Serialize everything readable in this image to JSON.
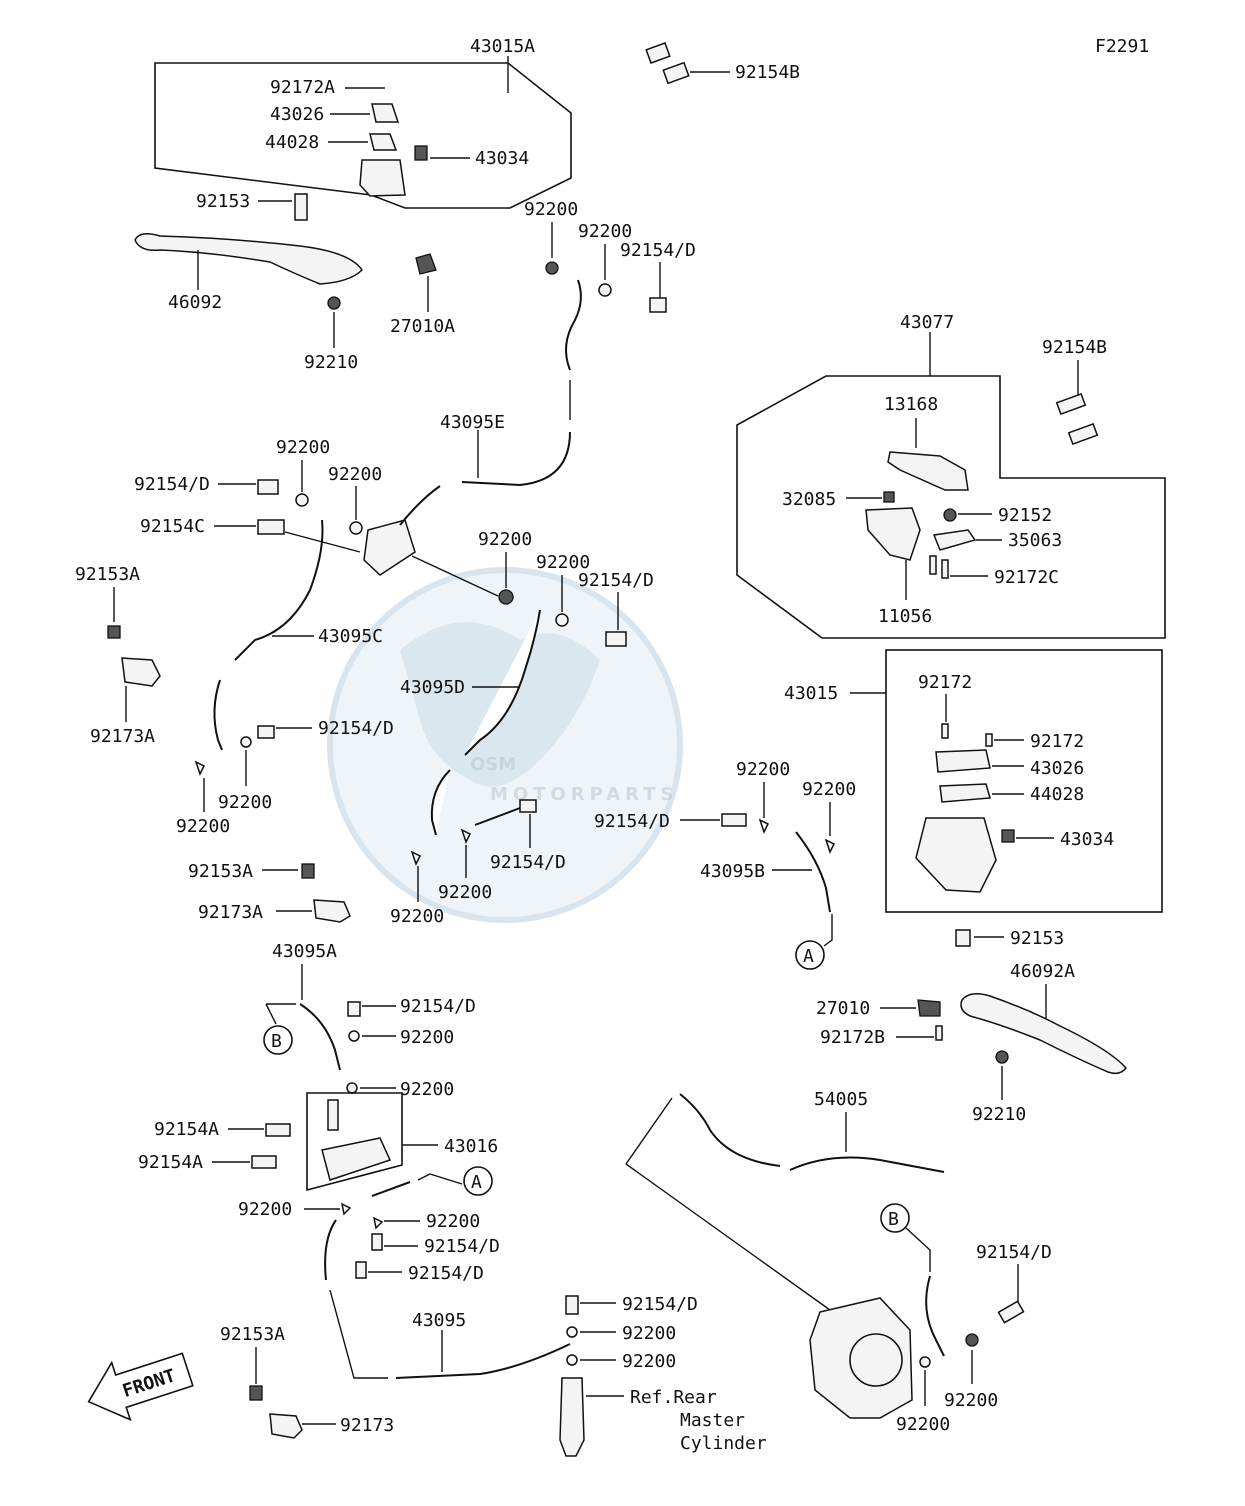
{
  "diagram_code": "F2291",
  "watermark": {
    "logo": "OSM",
    "tagline": "MOTORPARTS"
  },
  "front_marker": "FRONT",
  "callouts": {
    "A": "A",
    "B": "B"
  },
  "labels": {
    "p43015A": "43015A",
    "p92172A": "92172A",
    "p43026": "43026",
    "p44028": "44028",
    "p43034": "43034",
    "p92154B_top": "92154B",
    "p92153": "92153",
    "p46092": "46092",
    "p92210": "92210",
    "p27010A": "27010A",
    "p92200_a": "92200",
    "p92200_b": "92200",
    "p92154D_a": "92154/D",
    "p43077": "43077",
    "p92154B_right": "92154B",
    "p13168": "13168",
    "p32085": "32085",
    "p92152": "92152",
    "p35063": "35063",
    "p92172C": "92172C",
    "p11056": "11056",
    "p43095E": "43095E",
    "p92200_c": "92200",
    "p92154D_b": "92154/D",
    "p92200_d": "92200",
    "p92154C": "92154C",
    "p92200_e": "92200",
    "p92200_f": "92200",
    "p92154D_c": "92154/D",
    "p92153A_a": "92153A",
    "p43095C": "43095C",
    "p92173A_a": "92173A",
    "p43095D": "43095D",
    "p92154D_d": "92154/D",
    "p92200_g": "92200",
    "p92200_h": "92200",
    "p43015": "43015",
    "p92172_a": "92172",
    "p92172_b": "92172",
    "p43026_b": "43026",
    "p44028_b": "44028",
    "p43034_b": "43034",
    "p92200_i": "92200",
    "p92200_j": "92200",
    "p92154D_e": "92154/D",
    "p43095B": "43095B",
    "p92154D_f": "92154/D",
    "p92200_k": "92200",
    "p92200_l": "92200",
    "p92153A_b": "92153A",
    "p92173A_b": "92173A",
    "p92153_b": "92153",
    "p43095A": "43095A",
    "p92154D_g": "92154/D",
    "p92200_m": "92200",
    "p92200_n": "92200",
    "p46092A": "46092A",
    "p27010": "27010",
    "p92172B": "92172B",
    "p92210_b": "92210",
    "p92154A_a": "92154A",
    "p43016": "43016",
    "p92154A_b": "92154A",
    "p54005": "54005",
    "p92200_o": "92200",
    "p92200_p": "92200",
    "p92154D_h": "92154/D",
    "p92154D_i": "92154/D",
    "p92154D_j": "92154/D",
    "p43095": "43095",
    "p92154D_k": "92154/D",
    "p92200_q": "92200",
    "p92200_r": "92200",
    "p92153A_c": "92153A",
    "p92173": "92173",
    "p92200_s": "92200",
    "p92200_t": "92200",
    "ref_line1": "Ref.Rear",
    "ref_line2": "Master",
    "ref_line3": "Cylinder"
  }
}
